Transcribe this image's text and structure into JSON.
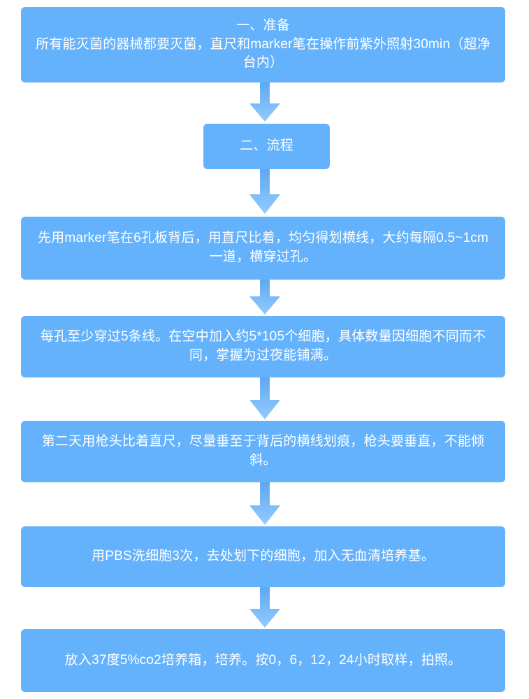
{
  "chart": {
    "background_color": "#ffffff",
    "node_fill_color": "#65b2fc",
    "node_text_color": "#ffffff",
    "arrow_top_color": "#5fa8f2",
    "arrow_bottom_color": "#93cbfd"
  },
  "nodes": [
    {
      "id": "node-1",
      "name": "preparation-step",
      "text": "一、准备\n所有能灭菌的器械都要灭菌，直尺和marker笔在操作前紫外照射30min（超净台内）"
    },
    {
      "id": "node-2",
      "name": "procedure-header",
      "text": "二、流程"
    },
    {
      "id": "node-3",
      "name": "step-draw-lines",
      "text": "先用marker笔在6孔板背后，用直尺比着，均匀得划横线，大约每隔0.5~1cm一道，横穿过孔。"
    },
    {
      "id": "node-4",
      "name": "step-seed-cells",
      "text": "每孔至少穿过5条线。在空中加入约5*105个细胞，具体数量因细胞不同而不同，掌握为过夜能铺满。"
    },
    {
      "id": "node-5",
      "name": "step-scratch",
      "text": "第二天用枪头比着直尺，尽量垂至于背后的横线划痕，枪头要垂直，不能倾斜。"
    },
    {
      "id": "node-6",
      "name": "step-wash-pbs",
      "text": "用PBS洗细胞3次，去处划下的细胞，加入无血清培养基。"
    },
    {
      "id": "node-7",
      "name": "step-incubate-image",
      "text": "放入37度5%co2培养箱，培养。按0，6，12，24小时取样，拍照。"
    }
  ],
  "connectors": [
    {
      "id": "conn-1",
      "name": "arrow-1-to-2",
      "from": "node-1",
      "to": "node-2"
    },
    {
      "id": "conn-2",
      "name": "arrow-2-to-3",
      "from": "node-2",
      "to": "node-3"
    },
    {
      "id": "conn-3",
      "name": "arrow-3-to-4",
      "from": "node-3",
      "to": "node-4"
    },
    {
      "id": "conn-4",
      "name": "arrow-4-to-5",
      "from": "node-4",
      "to": "node-5"
    },
    {
      "id": "conn-5",
      "name": "arrow-5-to-6",
      "from": "node-5",
      "to": "node-6"
    },
    {
      "id": "conn-6",
      "name": "arrow-6-to-7",
      "from": "node-6",
      "to": "node-7"
    }
  ]
}
